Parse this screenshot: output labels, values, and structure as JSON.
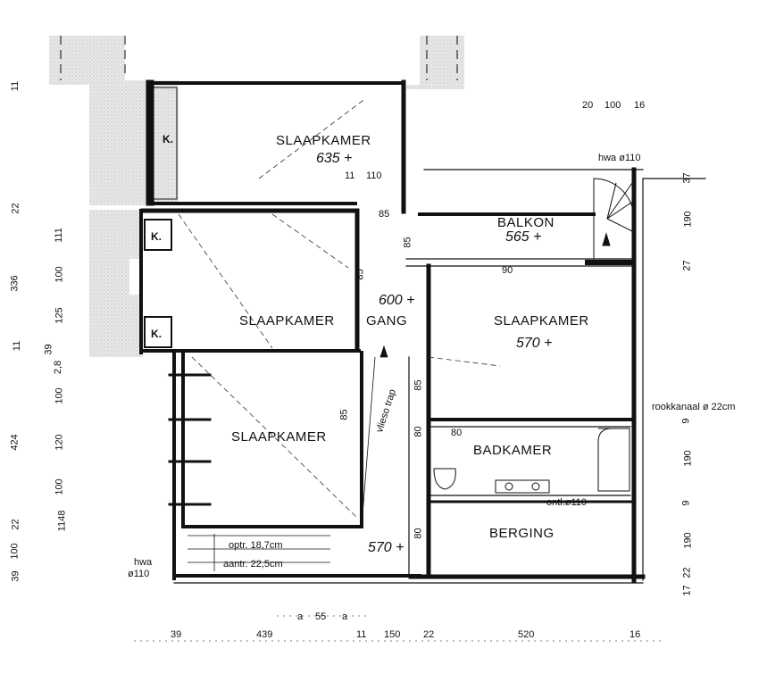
{
  "rooms": {
    "top_bedroom": "SLAAPKAMER",
    "mid_bedroom": "SLAAPKAMER",
    "low_bedroom": "SLAAPKAMER",
    "right_bedroom": "SLAAPKAMER",
    "balcony": "BALKON",
    "hallway": "GANG",
    "bathroom": "BADKAMER",
    "storage": "BERGING",
    "closet_top": "K.",
    "closet_mid": "K.",
    "closet_low": "K."
  },
  "levels": {
    "top_bedroom": "635 +",
    "balcony": "565 +",
    "hallway": "600 +",
    "right_bedroom": "570 +",
    "stair_landing": "570 +"
  },
  "annotations": {
    "hwa_right": "hwa ø110",
    "hwa_left_1": "hwa",
    "hwa_left_2": "ø110",
    "chimney": "rookkanaal ø 22cm",
    "drain": "ontl.ø110",
    "stair": "vlieso trap",
    "rise": "optr. 18,7cm",
    "tread": "aantr. 22,5cm"
  },
  "dims_inner": {
    "d11_110": "11",
    "d110": "110",
    "d85_a": "85",
    "d85_b": "85",
    "d85_c": "85",
    "d85_d": "85",
    "d85_e": "85",
    "d90": "90",
    "d80_a": "80",
    "d80_b": "80",
    "d80_c": "80"
  },
  "dims_left": [
    "11",
    "22",
    "111",
    "336",
    "100",
    "125",
    "11",
    "39",
    "2,8",
    "100",
    "424",
    "120",
    "100",
    "1148",
    "22",
    "100",
    "39"
  ],
  "dims_right": [
    "37",
    "190",
    "27",
    "9",
    "190",
    "9",
    "190",
    "22",
    "17"
  ],
  "dims_top": [
    "20",
    "100",
    "16"
  ],
  "dims_bottom": [
    "39",
    "439",
    "11",
    "150",
    "22",
    "520",
    "16"
  ],
  "dims_bottom_a": [
    "a",
    "55",
    "a"
  ]
}
